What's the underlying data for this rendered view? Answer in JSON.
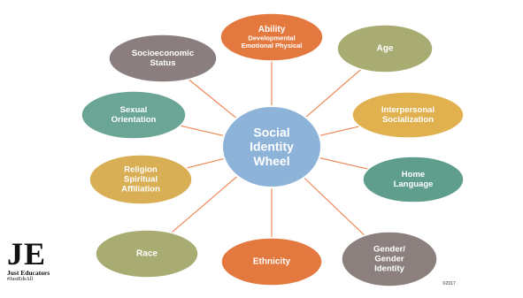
{
  "center": {
    "lines": [
      "Social",
      "Identity",
      "Wheel"
    ],
    "color": "#8db3d9"
  },
  "spoke_color": "#ef8a5a",
  "nodes": [
    {
      "id": "ability",
      "lines": [
        "Ability",
        "Developmental",
        "Emotional Physical"
      ],
      "color": "#e4793f"
    },
    {
      "id": "age",
      "lines": [
        "Age"
      ],
      "color": "#a8ac73"
    },
    {
      "id": "interpersonal",
      "lines": [
        "Interpersonal",
        "Socialization"
      ],
      "color": "#e1b150"
    },
    {
      "id": "home-language",
      "lines": [
        "Home",
        "Language"
      ],
      "color": "#5f9e8d"
    },
    {
      "id": "gender",
      "lines": [
        "Gender/",
        "Gender",
        "Identity"
      ],
      "color": "#8c807e"
    },
    {
      "id": "ethnicity",
      "lines": [
        "Ethnicity"
      ],
      "color": "#e4793f"
    },
    {
      "id": "race",
      "lines": [
        "Race"
      ],
      "color": "#a8ac73"
    },
    {
      "id": "religion",
      "lines": [
        "Religion",
        "Spiritual",
        "Affiliation"
      ],
      "color": "#d9af56"
    },
    {
      "id": "sexual-orientation",
      "lines": [
        "Sexual",
        "Orientation"
      ],
      "color": "#6aa595"
    },
    {
      "id": "socioeconomic",
      "lines": [
        "Socioeconomic",
        "Status"
      ],
      "color": "#8a7f7e"
    }
  ],
  "logo": {
    "mark": "JE",
    "line1": "Just Educators",
    "line2": "#JustEdsAll"
  },
  "copyright": "©2017"
}
